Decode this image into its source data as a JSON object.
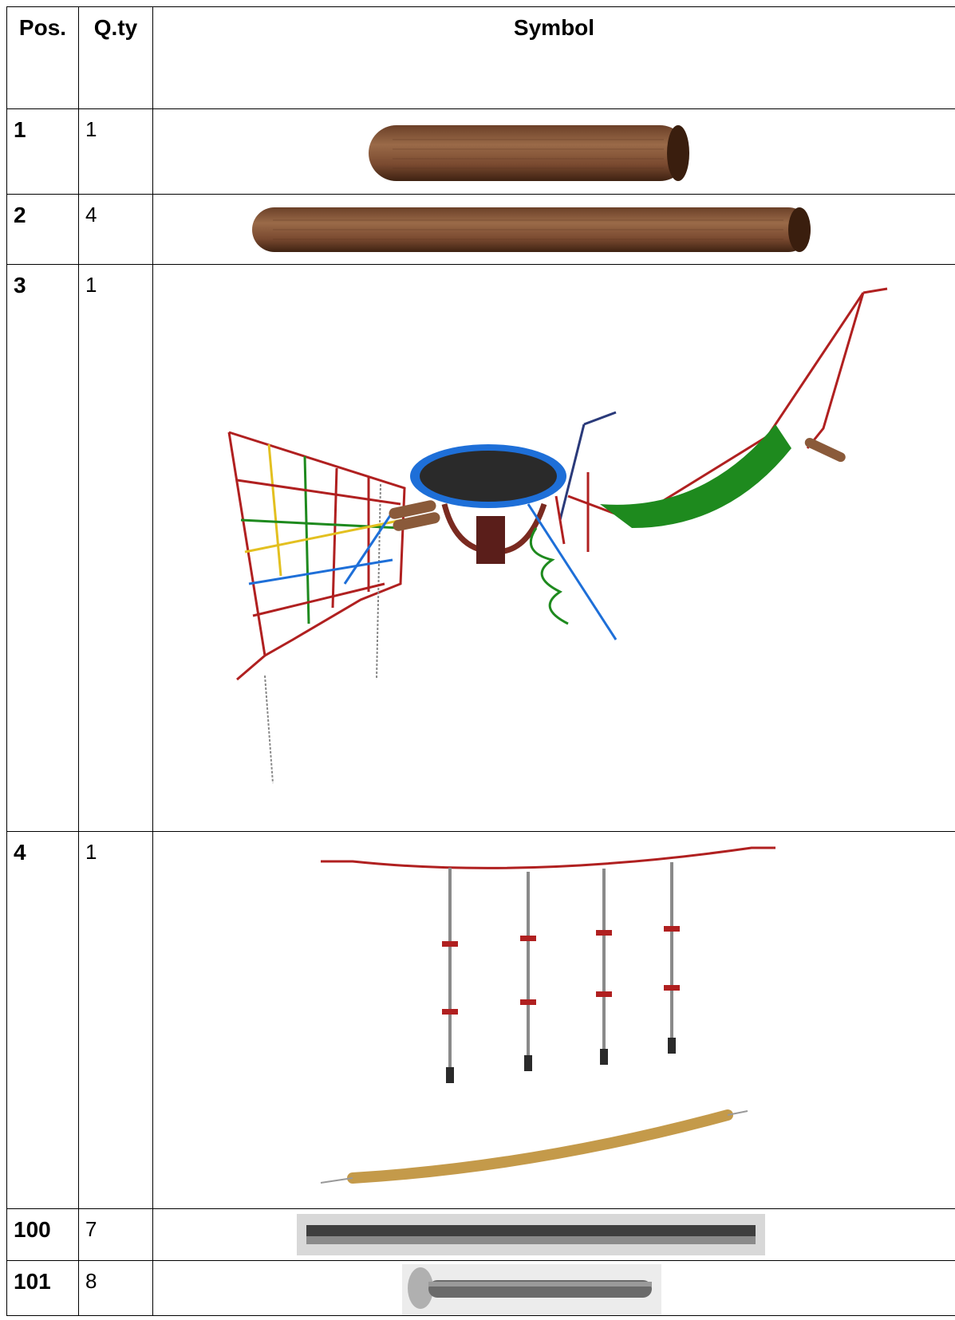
{
  "table": {
    "headers": {
      "pos": "Pos.",
      "qty": "Q.ty",
      "symbol": "Symbol"
    },
    "rows": [
      {
        "pos": "1",
        "qty": "1",
        "symbol_icon": "wooden-log-short-icon"
      },
      {
        "pos": "2",
        "qty": "4",
        "symbol_icon": "wooden-log-long-icon"
      },
      {
        "pos": "3",
        "qty": "1",
        "symbol_icon": "trampoline-net-assembly-icon"
      },
      {
        "pos": "4",
        "qty": "1",
        "symbol_icon": "rope-footholds-and-beam-icon"
      },
      {
        "pos": "100",
        "qty": "7",
        "symbol_icon": "metal-bar-icon"
      },
      {
        "pos": "101",
        "qty": "8",
        "symbol_icon": "anchor-bolt-icon"
      }
    ]
  },
  "colors": {
    "wood_light": "#8a5a3a",
    "wood_dark": "#4a2a18",
    "rope_red": "#b02020",
    "hammock_green": "#1e8a1e",
    "trampoline_blue": "#1e6fd8",
    "beam_tan": "#c49a4a",
    "metal_dark": "#4a4a4a"
  }
}
